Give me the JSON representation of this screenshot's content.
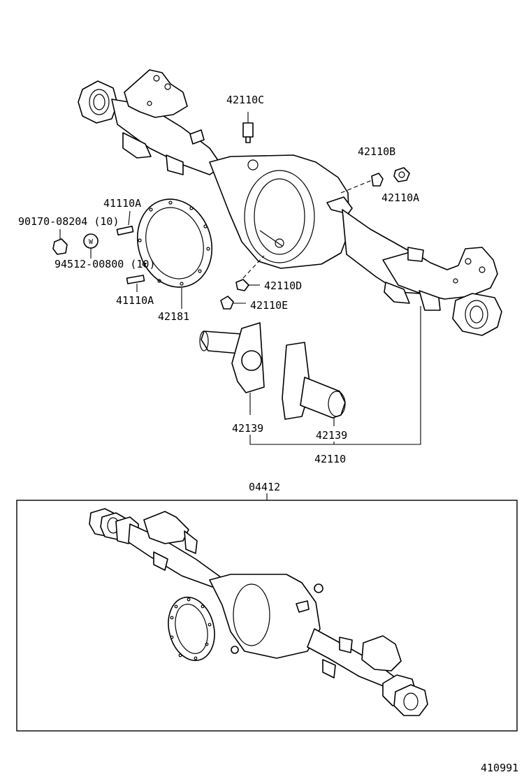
{
  "labels": {
    "p_42110C": "42110C",
    "p_42110B": "42110B",
    "p_42110A": "42110A",
    "p_41110A_top": "41110A",
    "p_90170": "90170-08204 (10)",
    "p_94512": "94512-00800 (10)",
    "p_41110A_bottom": "41110A",
    "p_42181": "42181",
    "p_42110D": "42110D",
    "p_42110E": "42110E",
    "p_42139_left": "42139",
    "p_42139_right": "42139",
    "p_42110": "42110",
    "p_04412": "04412",
    "washer_mark": "W",
    "figure_number": "410991"
  }
}
